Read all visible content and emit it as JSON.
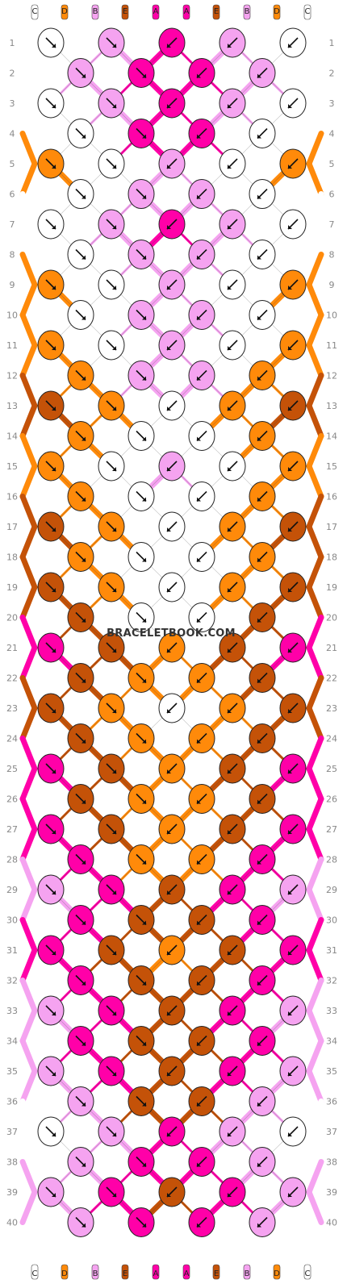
{
  "watermark": "BRACELETBOOK.COM",
  "strand_colors": {
    "A": "#ff00a8",
    "B": "#f5a3f0",
    "C": "#ffffff",
    "D": "#ff8a0a",
    "E": "#c45208"
  },
  "top_letters": [
    "C",
    "D",
    "B",
    "E",
    "A",
    "A",
    "E",
    "B",
    "D",
    "C"
  ],
  "bottom_letters": [
    "C",
    "D",
    "B",
    "E",
    "A",
    "A",
    "E",
    "B",
    "D",
    "C"
  ],
  "row_numbers": [
    "1",
    "2",
    "3",
    "4",
    "5",
    "6",
    "7",
    "8",
    "9",
    "10",
    "11",
    "12",
    "13",
    "14",
    "15",
    "16",
    "17",
    "18",
    "19",
    "20",
    "21",
    "22",
    "23",
    "24",
    "25",
    "26",
    "27",
    "28",
    "29",
    "30",
    "31",
    "32",
    "33",
    "34",
    "35",
    "36",
    "37",
    "38",
    "39",
    "40"
  ],
  "rows": [
    [
      "C:dr",
      "B:dr",
      "A:dl",
      "B:dl",
      "C:dl"
    ],
    [
      "B:dr",
      "A:dr",
      "A:dl",
      "B:dl"
    ],
    [
      "C:dr",
      "B:dr",
      "A:dl",
      "B:dl",
      "C:dl"
    ],
    [
      "C:dr",
      "A:dr",
      "A:dl",
      "C:dl"
    ],
    [
      "D:dr",
      "C:dr",
      "B:dl",
      "C:dl",
      "D:dl"
    ],
    [
      "C:dr",
      "B:dr",
      "B:dl",
      "C:dl"
    ],
    [
      "C:dr",
      "B:dr",
      "A:dl",
      "B:dl",
      "C:dl"
    ],
    [
      "C:dr",
      "B:dr",
      "B:dl",
      "C:dl"
    ],
    [
      "D:dr",
      "C:dr",
      "B:dl",
      "C:dl",
      "D:dl"
    ],
    [
      "C:dr",
      "B:dr",
      "B:dl",
      "C:dl"
    ],
    [
      "D:dr",
      "C:dr",
      "B:dl",
      "C:dl",
      "D:dl"
    ],
    [
      "D:dr",
      "B:dr",
      "B:dl",
      "D:dl"
    ],
    [
      "E:dr",
      "D:dr",
      "C:dl",
      "D:dl",
      "E:dl"
    ],
    [
      "D:dr",
      "C:dr",
      "C:dl",
      "D:dl"
    ],
    [
      "D:dr",
      "C:dr",
      "B:dl",
      "C:dl",
      "D:dl"
    ],
    [
      "D:dr",
      "C:dr",
      "C:dl",
      "D:dl"
    ],
    [
      "E:dr",
      "D:dr",
      "C:dl",
      "D:dl",
      "E:dl"
    ],
    [
      "D:dr",
      "C:dr",
      "C:dl",
      "D:dl"
    ],
    [
      "E:dr",
      "D:dr",
      "C:dl",
      "D:dl",
      "E:dl"
    ],
    [
      "E:dr",
      "C:dr",
      "C:dl",
      "E:dl"
    ],
    [
      "A:dr",
      "E:dr",
      "D:dl",
      "E:dl",
      "A:dl"
    ],
    [
      "E:dr",
      "D:dr",
      "D:dl",
      "E:dl"
    ],
    [
      "E:dr",
      "D:dr",
      "C:dl",
      "D:dl",
      "E:dl"
    ],
    [
      "E:dr",
      "D:dr",
      "D:dl",
      "E:dl"
    ],
    [
      "A:dr",
      "E:dr",
      "D:dl",
      "E:dl",
      "A:dl"
    ],
    [
      "E:dr",
      "D:dr",
      "D:dl",
      "E:dl"
    ],
    [
      "A:dr",
      "E:dr",
      "D:dl",
      "E:dl",
      "A:dl"
    ],
    [
      "A:dr",
      "D:dr",
      "D:dl",
      "A:dl"
    ],
    [
      "B:dr",
      "A:dr",
      "E:dl",
      "A:dl",
      "B:dl"
    ],
    [
      "A:dr",
      "E:dr",
      "E:dl",
      "A:dl"
    ],
    [
      "A:dr",
      "E:dr",
      "D:dl",
      "E:dl",
      "A:dl"
    ],
    [
      "A:dr",
      "E:dr",
      "E:dl",
      "A:dl"
    ],
    [
      "B:dr",
      "A:dr",
      "E:dl",
      "A:dl",
      "B:dl"
    ],
    [
      "A:dr",
      "E:dr",
      "E:dl",
      "A:dl"
    ],
    [
      "B:dr",
      "A:dr",
      "E:dl",
      "A:dl",
      "B:dl"
    ],
    [
      "B:dr",
      "E:dr",
      "E:dl",
      "B:dl"
    ],
    [
      "C:dr",
      "B:dr",
      "A:dl",
      "B:dl",
      "C:dl"
    ],
    [
      "B:dr",
      "A:dr",
      "A:dl",
      "B:dl"
    ],
    [
      "B:dr",
      "A:dr",
      "E:dl",
      "A:dl",
      "B:dl"
    ],
    [
      "B:dr",
      "A:dr",
      "A:dl",
      "B:dl"
    ]
  ]
}
